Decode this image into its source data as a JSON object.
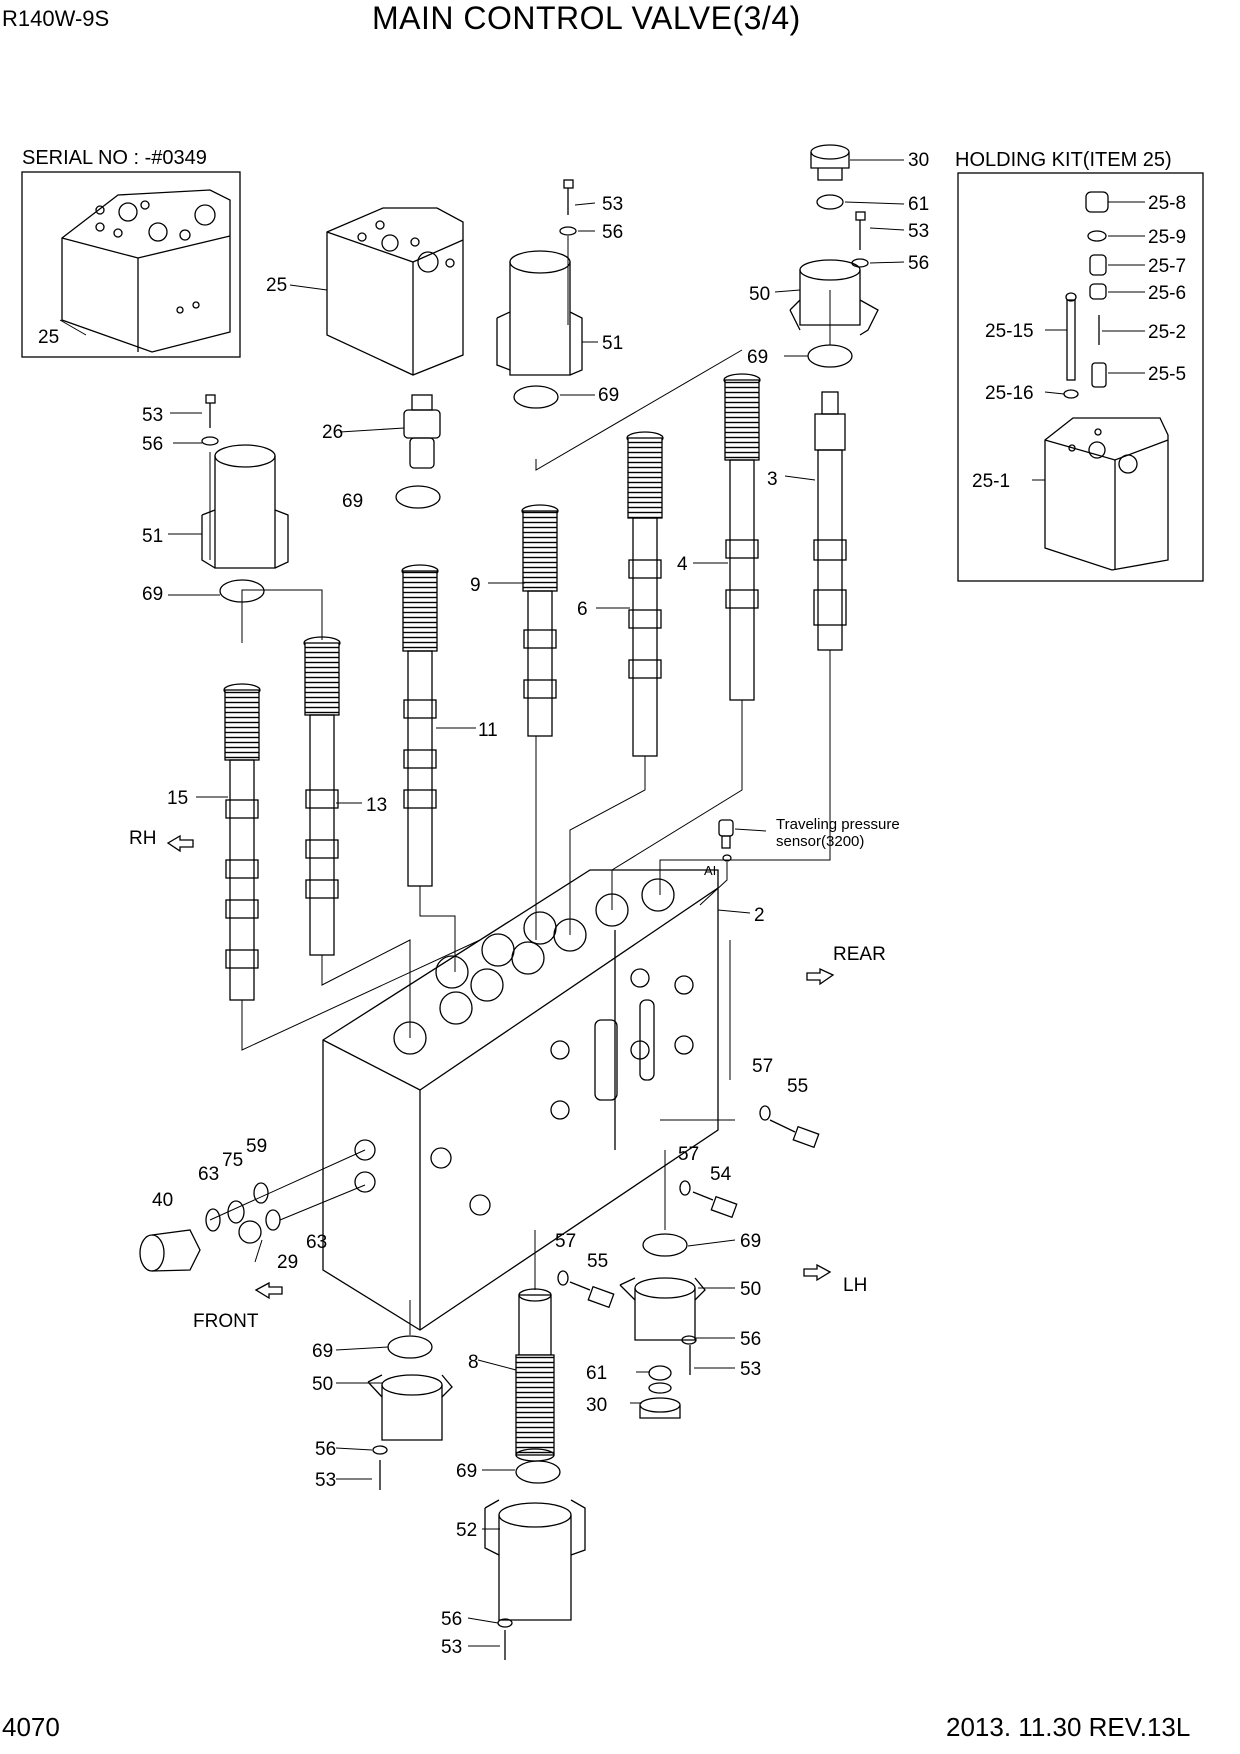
{
  "header": {
    "model": "R140W-9S",
    "title": "MAIN CONTROL VALVE(3/4)"
  },
  "footer": {
    "page": "4070",
    "revision": "2013. 11.30  REV.13L"
  },
  "boxes": {
    "serial": "SERIAL NO : -#0349",
    "holding_kit": "HOLDING KIT(ITEM 25)"
  },
  "notes": {
    "sensor_line1": "Traveling pressure",
    "sensor_line2": "sensor(3200)",
    "sensor_tag": "AI"
  },
  "directions": {
    "rh": "RH",
    "rear": "REAR",
    "front": "FRONT",
    "lh": "LH"
  },
  "callouts": [
    "25",
    "25",
    "26",
    "69",
    "53",
    "56",
    "51",
    "69",
    "53",
    "56",
    "51",
    "69",
    "30",
    "61",
    "53",
    "56",
    "50",
    "69",
    "9",
    "6",
    "4",
    "3",
    "11",
    "15",
    "13",
    "2",
    "57",
    "55",
    "57",
    "54",
    "69",
    "50",
    "56",
    "53",
    "61",
    "30",
    "57",
    "55",
    "8",
    "69",
    "50",
    "56",
    "53",
    "69",
    "52",
    "56",
    "53",
    "40",
    "63",
    "75",
    "59",
    "29",
    "63",
    "25-8",
    "25-9",
    "25-7",
    "25-6",
    "25-15",
    "25-2",
    "25-5",
    "25-16",
    "25-1"
  ]
}
